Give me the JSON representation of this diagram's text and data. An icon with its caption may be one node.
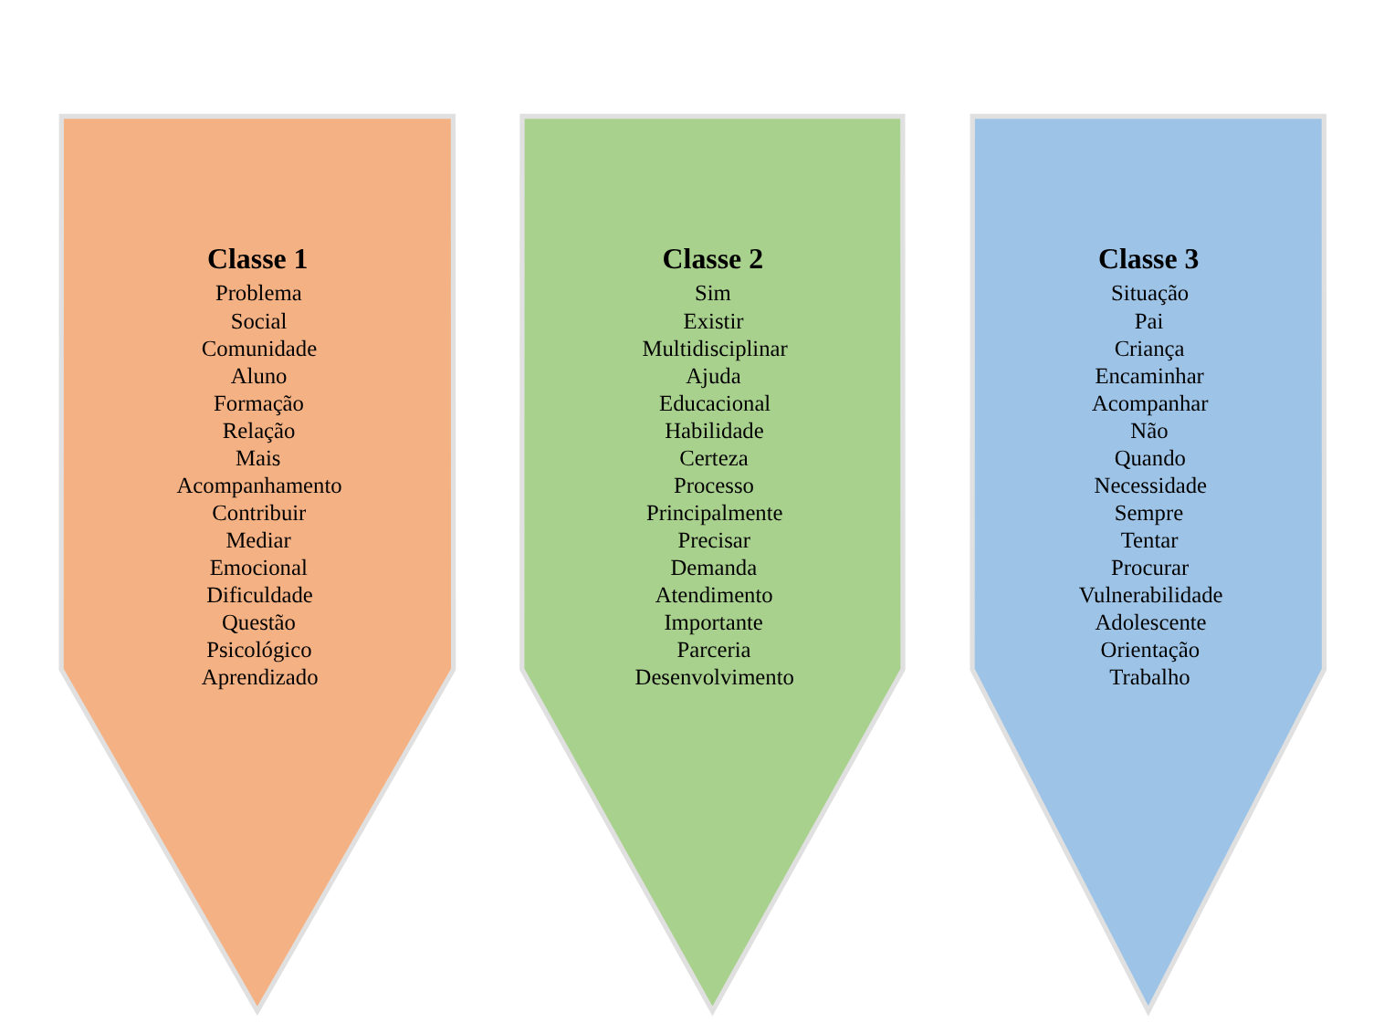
{
  "diagram": {
    "nodes": [
      {
        "text": [
          "Classe 1",
          "Problema",
          "Social",
          "Comunidade",
          "Aluno",
          "Formação",
          "Relação",
          "Mais",
          "Acompanhamento",
          "Contribuir",
          "Mediar",
          "Emocional",
          "Dificuldade",
          "Questão",
          "Psicológico",
          "Aprendizado"
        ]
      },
      {
        "text": [
          "Classe 2",
          "Sim",
          "Existir",
          "Multidisciplinar",
          "Ajuda",
          "Educacional",
          "Habilidade",
          "Certeza",
          "Processo",
          "Principalmente",
          "Precisar",
          "Demanda",
          "Atendimento",
          "Importante",
          "Parceria",
          "Desenvolvimento"
        ]
      },
      {
        "text": [
          "Classe 3",
          "Situação",
          "Pai",
          "Criança",
          "Encaminhar",
          "Acompanhar",
          "Não",
          "Quando",
          "Necessidade",
          "Sempre",
          "Tentar",
          "Procurar",
          "Vulnerabilidade",
          "Adolescente",
          "Orientação",
          "Trabalho"
        ]
      }
    ],
    "edges": []
  }
}
